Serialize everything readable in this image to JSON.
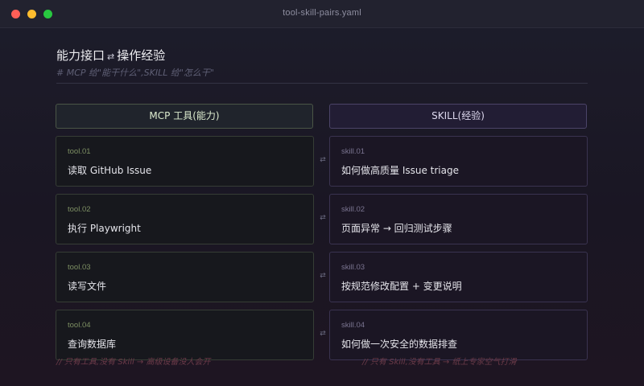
{
  "window": {
    "title": "tool-skill-pairs.yaml",
    "controls": [
      "close",
      "minimize",
      "maximize"
    ]
  },
  "header": {
    "title_left": "能力接口",
    "swap_glyph": "⇄",
    "title_right": "操作经验",
    "subtitle": "# MCP 给\"能干什么\",SKILL 给\"怎么干\""
  },
  "columns": {
    "mcp_label": "MCP 工具(能力)",
    "skill_label": "SKILL(经验)"
  },
  "pairs": [
    {
      "tool_id": "tool.01",
      "tool_text": "读取 GitHub Issue",
      "arrow": "⇄",
      "skill_id": "skill.01",
      "skill_text": "如何做高质量 Issue triage"
    },
    {
      "tool_id": "tool.02",
      "tool_text": "执行 Playwright",
      "arrow": "⇄",
      "skill_id": "skill.02",
      "skill_text": "页面异常 → 回归测试步骤"
    },
    {
      "tool_id": "tool.03",
      "tool_text": "读写文件",
      "arrow": "⇄",
      "skill_id": "skill.03",
      "skill_text": "按规范修改配置 + 变更说明"
    },
    {
      "tool_id": "tool.04",
      "tool_text": "查询数据库",
      "arrow": "⇄",
      "skill_id": "skill.04",
      "skill_text": "如何做一次安全的数据排查"
    }
  ],
  "footnotes": {
    "left": "// 只有工具,没有 Skill → 高级设备没人会开",
    "right": "// 只有 Skill,没有工具 → 纸上专家空气打滑"
  },
  "colors": {
    "background": "#1b1825",
    "titlebar": "#22222f",
    "tool_accent": "#7d8f63",
    "skill_accent": "#4b4468",
    "footnote": "#6b3a48"
  }
}
